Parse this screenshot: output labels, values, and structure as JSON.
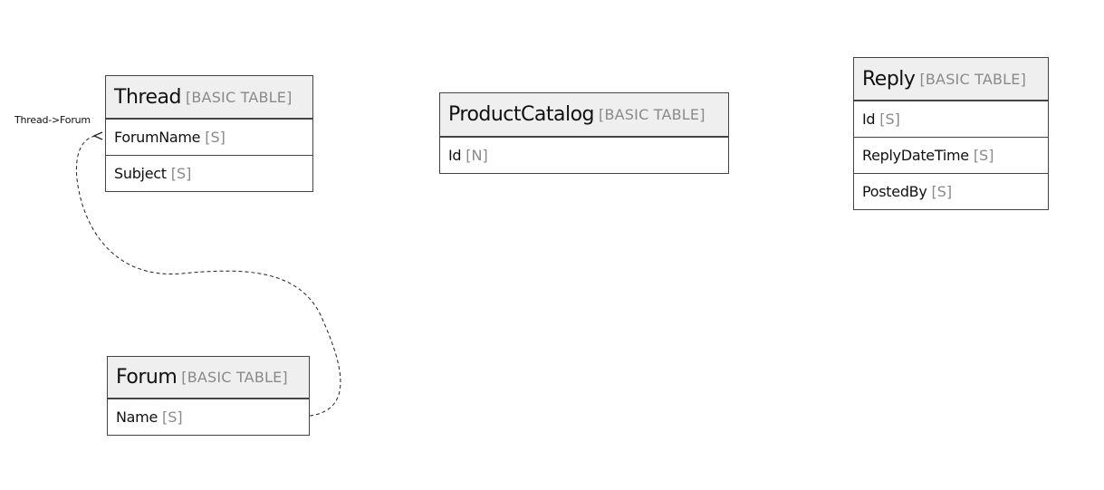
{
  "entities": {
    "thread": {
      "name": "Thread",
      "type": "[BASIC TABLE]",
      "attributes": [
        {
          "name": "ForumName",
          "type": "[S]"
        },
        {
          "name": "Subject",
          "type": "[S]"
        }
      ]
    },
    "product_catalog": {
      "name": "ProductCatalog",
      "type": "[BASIC TABLE]",
      "attributes": [
        {
          "name": "Id",
          "type": "[N]"
        }
      ]
    },
    "reply": {
      "name": "Reply",
      "type": "[BASIC TABLE]",
      "attributes": [
        {
          "name": "Id",
          "type": "[S]"
        },
        {
          "name": "ReplyDateTime",
          "type": "[S]"
        },
        {
          "name": "PostedBy",
          "type": "[S]"
        }
      ]
    },
    "forum": {
      "name": "Forum",
      "type": "[BASIC TABLE]",
      "attributes": [
        {
          "name": "Name",
          "type": "[S]"
        }
      ]
    }
  },
  "relationships": [
    {
      "label": "Thread->Forum",
      "from": "Forum.Name",
      "to": "Thread.ForumName"
    }
  ]
}
